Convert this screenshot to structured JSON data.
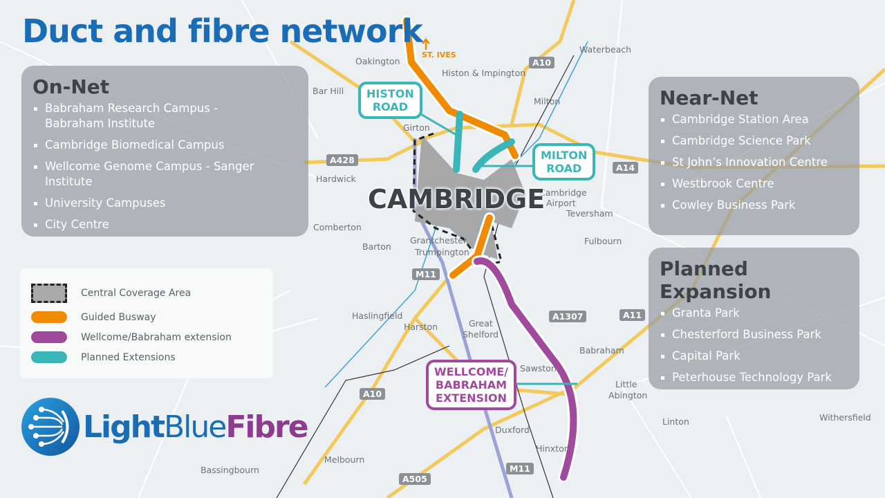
{
  "title": "Duct and fibre network",
  "on_net": {
    "heading": "On-Net",
    "items": [
      "Babraham Research Campus - Babraham Institute",
      "Cambridge Biomedical Campus",
      "Wellcome Genome Campus - Sanger Institute",
      "University Campuses",
      "City Centre"
    ]
  },
  "near_net": {
    "heading": "Near-Net",
    "items": [
      "Cambridge Station Area",
      "Cambridge Science Park",
      "St John’s Innovation Centre",
      "Westbrook Centre",
      "Cowley Business Park"
    ]
  },
  "planned": {
    "heading": "Planned Expansion",
    "items": [
      "Granta Park",
      "Chesterford Business Park",
      "Capital Park",
      "Peterhouse Technology Park"
    ]
  },
  "legend": [
    {
      "label": "Central Coverage Area",
      "color": "#a9a9a9"
    },
    {
      "label": "Guided Busway",
      "color": "#f08a00"
    },
    {
      "label": "Wellcome/Babraham extension",
      "color": "#a04a9e"
    },
    {
      "label": "Planned Extensions",
      "color": "#3ab5b8"
    }
  ],
  "callouts": {
    "histon": [
      "HISTON",
      "ROAD"
    ],
    "milton": [
      "MILTON",
      "ROAD"
    ],
    "wellcome": [
      "WELLCOME/",
      "BABRAHAM",
      "EXTENSION"
    ]
  },
  "city": "CAMBRIDGE",
  "st_ives": "ST. IVES",
  "places": [
    "Oakington",
    "Histon & Impington",
    "Waterbeach",
    "Bar Hill",
    "Milton",
    "Girton",
    "Hardwick",
    "Cambridge",
    "Airport",
    "Teversham",
    "Comberton",
    "Barton",
    "Grantchester",
    "Trumpington",
    "Fulbourn",
    "Haslingfield",
    "Harston",
    "Great",
    "Shelford",
    "Babraham",
    "Sawston",
    "Little",
    "Abington",
    "Linton",
    "Duxford",
    "Hinxton",
    "Melbourn",
    "Bassingbourn",
    "Withersfield"
  ],
  "roads": [
    "A10",
    "A428",
    "A14",
    "M11",
    "A1307",
    "A11",
    "A10",
    "A505",
    "M11"
  ],
  "logo": {
    "light": "Light",
    "blue": "Blue",
    "fibre": "Fibre"
  }
}
